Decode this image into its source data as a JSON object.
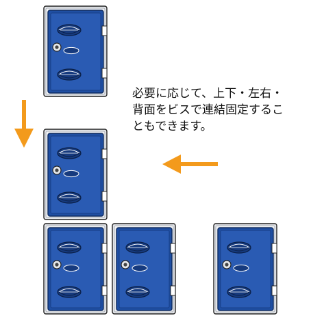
{
  "caption": {
    "lines": [
      "必要に応じて、上下・左右・",
      "背面をビスで連結固定するこ",
      "ともできます。"
    ]
  },
  "colors": {
    "door_blue": "#1f4fa3",
    "door_blue_dark": "#163a7e",
    "frame_grey": "#e4e6ea",
    "frame_line": "#222222",
    "arrow_orange": "#f39a1c"
  },
  "icons": {
    "locker": "locker-unit",
    "lock": "key-lock-icon",
    "handle": "handle-slot-icon",
    "arrow_down": "arrow-down-icon",
    "arrow_left": "arrow-left-icon"
  },
  "lockers": [
    "top-locker",
    "middle-locker",
    "bottom-left-locker",
    "bottom-middle-locker",
    "bottom-right-locker"
  ]
}
